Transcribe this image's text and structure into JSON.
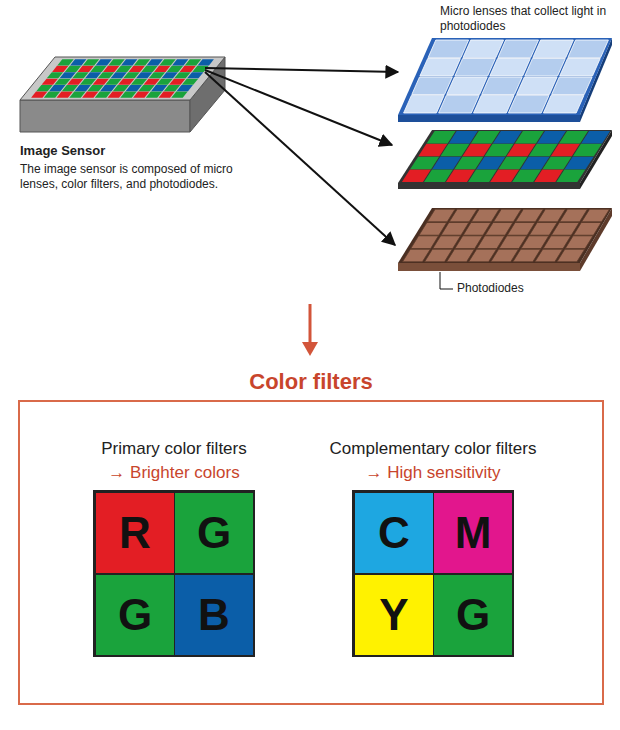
{
  "diagram": {
    "title": "Color filters",
    "nodes": [
      {
        "text": [
          "Color filters"
        ]
      },
      {
        "text": [
          "Primary color filters",
          "→ Brighter colors"
        ],
        "in": 0
      },
      {
        "text": [
          "R"
        ],
        "in": 1
      },
      {
        "text": [
          "G"
        ],
        "in": 1
      },
      {
        "text": [
          "G"
        ],
        "in": 1
      },
      {
        "text": [
          "B"
        ],
        "in": 1
      },
      {
        "text": [
          "Complementary color filters",
          "→ High sensitivity"
        ],
        "in": 0
      },
      {
        "text": [
          "C"
        ],
        "in": 6
      },
      {
        "text": [
          "M"
        ],
        "in": 6
      },
      {
        "text": [
          "Y"
        ],
        "in": 6
      },
      {
        "text": [
          "G"
        ],
        "in": 6
      }
    ],
    "labels": [
      "Micro lenses that collect light in photodiodes",
      "Image Sensor",
      "The image sensor is composed of micro lenses, color filters, and photodiodes.",
      "Photodiodes"
    ]
  }
}
